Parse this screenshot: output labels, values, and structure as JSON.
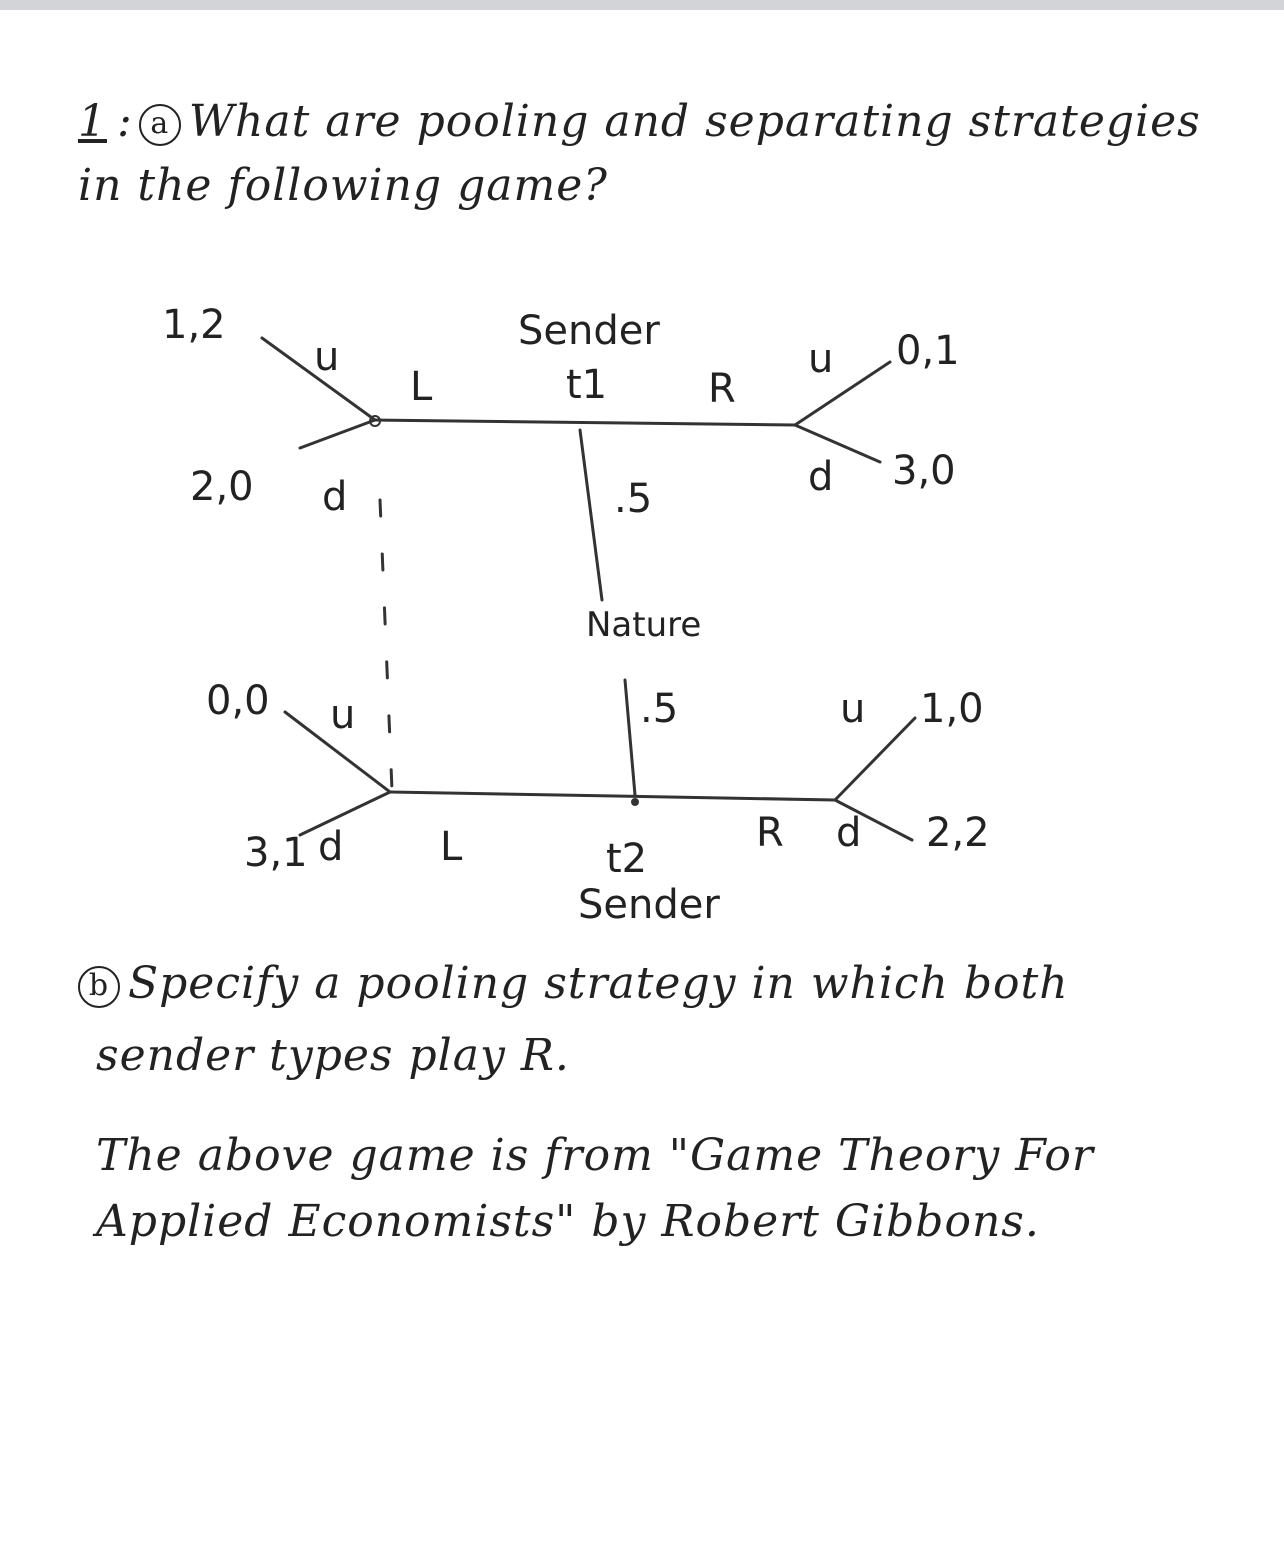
{
  "question": {
    "number": "1",
    "part_a_marker": "a",
    "part_a_line1": "What are pooling and separating strategies",
    "part_a_line2": "in the following game?",
    "part_b_marker": "b",
    "part_b_line1": "Specify a pooling strategy in which both",
    "part_b_line2": "sender types play R.",
    "source_line1": "The above game is from \"Game Theory For",
    "source_line2": "Applied Economists\" by Robert Gibbons."
  },
  "tree": {
    "top_player": "Sender",
    "top_type": "t1",
    "bottom_type": "t2",
    "bottom_player": "Sender",
    "nature": "Nature",
    "prob_top": ".5",
    "prob_bottom": ".5",
    "msg_left_top": "L",
    "msg_right_top": "R",
    "msg_left_bottom": "L",
    "msg_right_bottom": "R",
    "act_u_tl": "u",
    "act_d_tl": "d",
    "act_u_tr": "u",
    "act_d_tr": "d",
    "act_u_bl": "u",
    "act_d_bl": "d",
    "act_u_br": "u",
    "act_d_br": "d",
    "pay_tl_u": "1,2",
    "pay_tl_d": "2,0",
    "pay_tr_u": "0,1",
    "pay_tr_d": "3,0",
    "pay_bl_u": "0,0",
    "pay_bl_d": "3,1",
    "pay_br_u": "1,0",
    "pay_br_d": "2,2"
  }
}
